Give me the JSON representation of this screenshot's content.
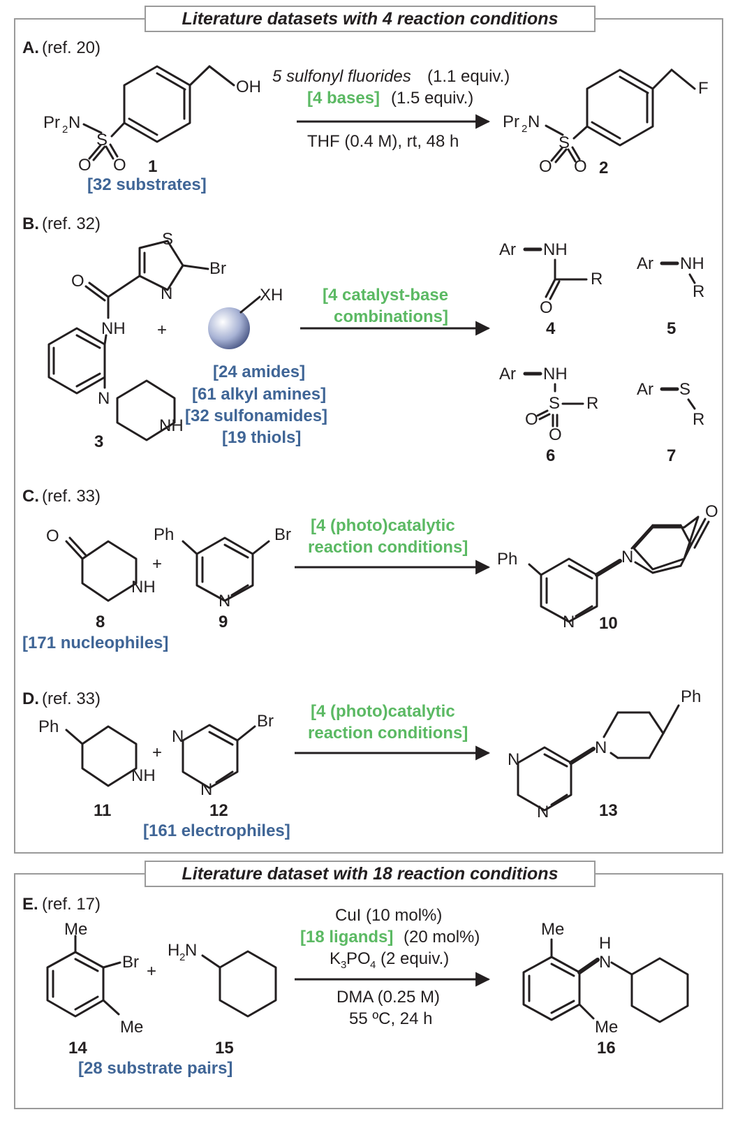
{
  "headers": {
    "h1": "Literature datasets with 4 reaction conditions",
    "h2": "Literature dataset with 18 reaction conditions"
  },
  "A": {
    "letter": "A.",
    "ref": "(ref. 20)",
    "reagent1_italic": "5 sulfonyl fluorides",
    "reagent1_rest": "(1.1 equiv.)",
    "reagent2_green": "[4 bases]",
    "reagent2_rest": "(1.5 equiv.)",
    "conditions": "THF (0.4 M), rt, 48 h",
    "label_1": "1",
    "label_2": "2",
    "substrates": "[32 substrates]",
    "OH": "OH",
    "F": "F",
    "Pr": "Pr",
    "N": "N",
    "S": "S",
    "O": "O",
    "sub2": "2"
  },
  "B": {
    "letter": "B.",
    "ref": "(ref. 32)",
    "cond1": "[4 catalyst-base",
    "cond2": "combinations]",
    "set1": "[24 amides]",
    "set2": "[61 alkyl amines]",
    "set3": "[32 sulfonamides]",
    "set4": "[19 thiols]",
    "label_3": "3",
    "label_4": "4",
    "label_5": "5",
    "label_6": "6",
    "label_7": "7",
    "XH": "XH",
    "plus": "+",
    "Ar": "Ar",
    "NH": "NH",
    "R": "R",
    "S": "S",
    "O": "O",
    "N": "N",
    "Br": "Br"
  },
  "C": {
    "letter": "C.",
    "ref": "(ref. 33)",
    "cond1": "[4 (photo)catalytic",
    "cond2": "reaction conditions]",
    "label_8": "8",
    "label_9": "9",
    "label_10": "10",
    "set": "[171 nucleophiles]",
    "Ph": "Ph",
    "Br": "Br",
    "N": "N",
    "NH": "NH",
    "O": "O",
    "plus": "+"
  },
  "D": {
    "letter": "D.",
    "ref": "(ref. 33)",
    "cond1": "[4 (photo)catalytic",
    "cond2": "reaction conditions]",
    "label_11": "11",
    "label_12": "12",
    "label_13": "13",
    "set": "[161 electrophiles]",
    "Ph": "Ph",
    "Br": "Br",
    "N": "N",
    "NH": "NH",
    "plus": "+"
  },
  "E": {
    "letter": "E.",
    "ref": "(ref. 17)",
    "cond1": "CuI (10 mol%)",
    "cond2_green": "[18 ligands]",
    "cond2_rest": "(20 mol%)",
    "cond3_a": "K",
    "cond3_sub": "3",
    "cond3_b": "PO",
    "cond3_sub2": "4",
    "cond3_c": "(2 equiv.)",
    "cond4": "DMA (0.25 M)",
    "cond5": "55 ºC, 24 h",
    "label_14": "14",
    "label_15": "15",
    "label_16": "16",
    "set": "[28 substrate pairs]",
    "Me": "Me",
    "Br": "Br",
    "H2N_H": "H",
    "H2N_2": "2",
    "H2N_N": "N",
    "H": "H",
    "N": "N",
    "plus": "+"
  },
  "colors": {
    "blue": "#3f6596",
    "green": "#5bb963",
    "ink": "#231f20",
    "frame": "#9a9a9a"
  }
}
